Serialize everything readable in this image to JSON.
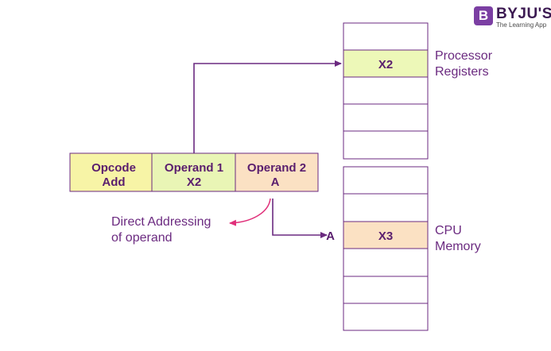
{
  "logo": {
    "badge_letter": "B",
    "name": "BYJU'S",
    "tagline": "The Learning App"
  },
  "instruction": {
    "opcode_label": "Opcode",
    "opcode_value": "Add",
    "operand1_label": "Operand 1",
    "operand1_value": "X2",
    "operand2_label": "Operand 2",
    "operand2_value": "A"
  },
  "registers": {
    "label_line1": "Processor",
    "label_line2": "Registers",
    "highlighted_value": "X2"
  },
  "memory": {
    "label_line1": "CPU",
    "label_line2": "Memory",
    "address_label": "A",
    "highlighted_value": "X3"
  },
  "annotation": {
    "line1": "Direct Addressing",
    "line2": "of operand"
  },
  "colors": {
    "purple": "#6b2a80",
    "magenta_arrow": "#e0307a",
    "yellow_cell": "#f7f4a6",
    "green_cell": "#e9f5b5",
    "peach_cell": "#fbe1c3",
    "register_highlight": "#edf8b8",
    "memory_highlight": "#fbe1c3"
  }
}
